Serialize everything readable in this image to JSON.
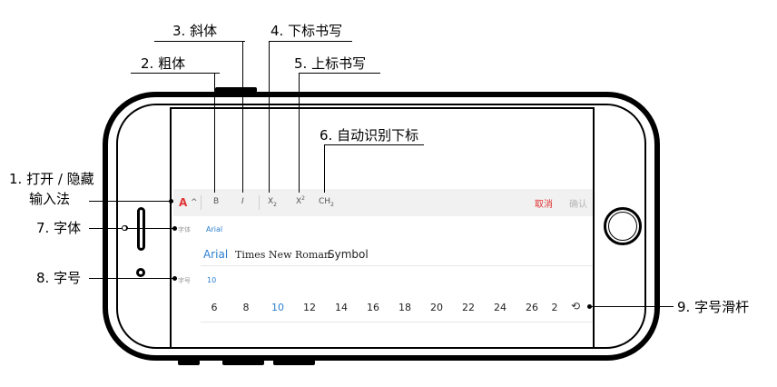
{
  "annotations": {
    "toggle_keyboard_line1": "1. 打开 / 隐藏",
    "toggle_keyboard_line2": "输入法",
    "bold": "2. 粗体",
    "italic": "3. 斜体",
    "subscript": "4. 下标书写",
    "superscript": "5. 上标书写",
    "auto_subscript": "6. 自动识别下标",
    "font": "7. 字体",
    "font_size": "8. 字号",
    "size_slider": "9. 字号滑杆"
  },
  "toolbar": {
    "toggle_label": "A",
    "toggle_caret": "^",
    "bold_label": "B",
    "italic_label": "I",
    "subscript_label": "X",
    "subscript_sub": "2",
    "superscript_label": "X",
    "superscript_sup": "2",
    "auto_sub_label": "CH",
    "auto_sub_sub": "2",
    "cancel_label": "取消",
    "confirm_label": "确认"
  },
  "font_panel": {
    "label": "字体",
    "selected": "Arial",
    "options": [
      "Arial",
      "Times New Roman",
      "Symbol"
    ]
  },
  "size_panel": {
    "label": "字号",
    "selected": "10",
    "sizes": [
      "6",
      "8",
      "10",
      "12",
      "14",
      "16",
      "18",
      "20",
      "22",
      "24",
      "26",
      "2"
    ]
  },
  "colors": {
    "accent_blue": "#2a7fd0",
    "accent_red": "#e03434"
  }
}
